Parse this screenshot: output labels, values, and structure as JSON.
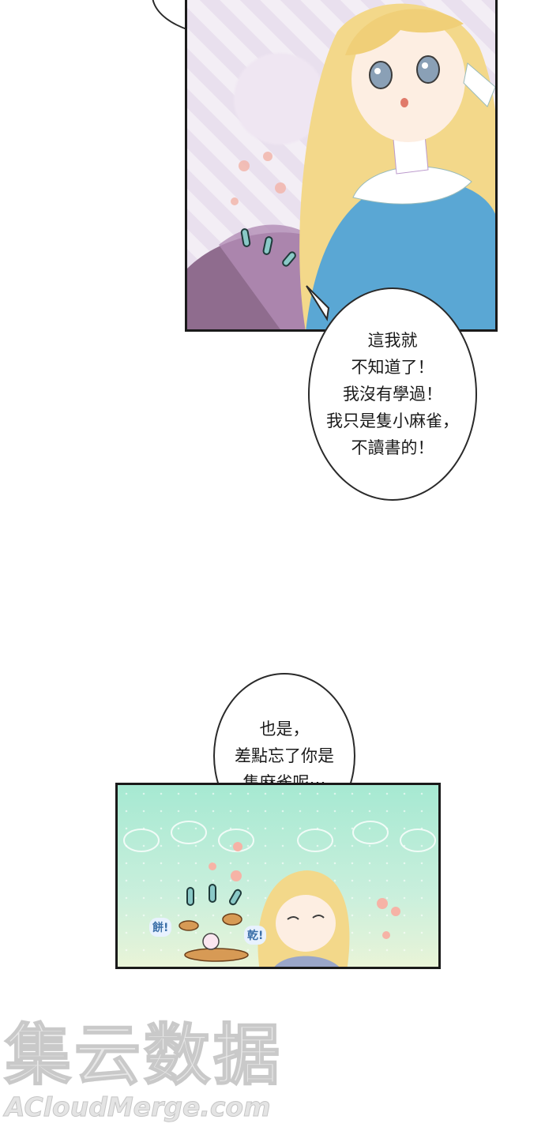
{
  "bubble1": {
    "lines": "這我就\n不知道了！\n我沒有學過！\n我只是隻小麻雀，\n不讀書的！"
  },
  "bubble2": {
    "lines": "也是，\n差點忘了你是\n隻麻雀呢⋯"
  },
  "sfx": {
    "left": "餅!",
    "right": "乾!"
  },
  "watermark": {
    "chinese": "集云数据",
    "english": "ACloudMerge.com"
  },
  "colors": {
    "hair": "#f3d88a",
    "dress": "#5aa7d4",
    "panel2_bg": "#a6e9d2",
    "ink": "#1a1a1a"
  }
}
